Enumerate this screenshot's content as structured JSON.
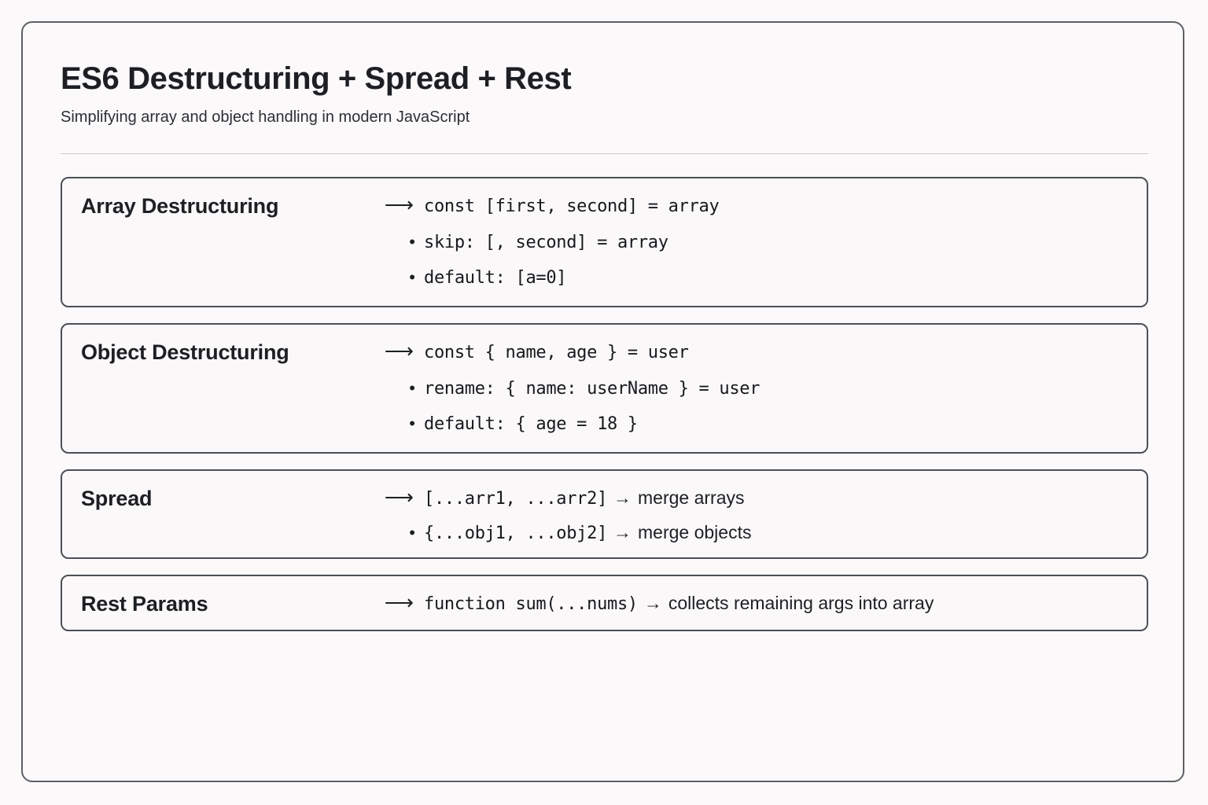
{
  "header": {
    "title": "ES6 Destructuring + Spread + Rest",
    "subtitle": "Simplifying array and object handling in modern JavaScript"
  },
  "glyphs": {
    "long_arrow": "⟶",
    "short_arrow": "→",
    "bullet": "•"
  },
  "colors": {
    "page_background": "#fbf9fa",
    "frame_border": "#5e6066",
    "card_border": "#4d5056",
    "card_background": "#faf8f9",
    "text": "#1d1f23",
    "divider": "#c9c9cd"
  },
  "cards": [
    {
      "label": "Array Destructuring",
      "lines": [
        {
          "lead": "long_arrow",
          "code": "const [first, second] = array"
        },
        {
          "lead": "bullet",
          "code": "skip:  [, second] = array"
        },
        {
          "lead": "bullet",
          "code": "default: [a=0]"
        }
      ]
    },
    {
      "label": "Object Destructuring",
      "lines": [
        {
          "lead": "long_arrow",
          "code": "const { name, age } = user"
        },
        {
          "lead": "bullet",
          "code": "rename: { name: userName } = user"
        },
        {
          "lead": "bullet",
          "code": "default: { age = 18 }"
        }
      ]
    },
    {
      "label": "Spread",
      "lines": [
        {
          "lead": "long_arrow",
          "code": "[...arr1, ...arr2]",
          "arrow": "short_arrow",
          "note": "merge arrays"
        },
        {
          "lead": "bullet",
          "code": "{...obj1, ...obj2]",
          "arrow": "short_arrow",
          "note": "merge objects"
        }
      ]
    },
    {
      "label": "Rest Params",
      "lines": [
        {
          "lead": "long_arrow",
          "code": "function sum(...nums)",
          "arrow": "short_arrow",
          "note": "collects remaining args into array"
        }
      ]
    }
  ]
}
